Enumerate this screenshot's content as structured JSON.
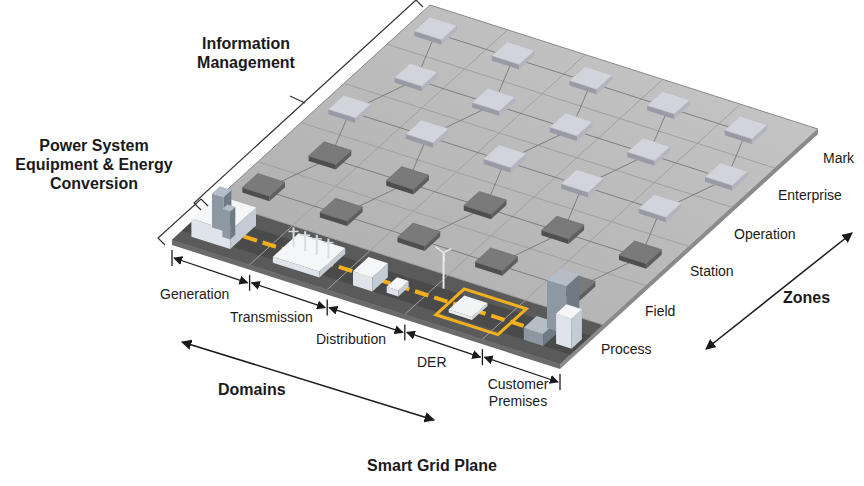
{
  "diagram": {
    "caption": "Smart Grid Plane",
    "labels": [
      "Information Management",
      "Power System Equipment & Energy Conversion",
      "Generation",
      "Transmission",
      "Distribution",
      "DER",
      "Customer Premises",
      "Domains",
      "Mark",
      "Enterprise",
      "Operation",
      "Station",
      "Field",
      "Process",
      "Zones"
    ]
  }
}
